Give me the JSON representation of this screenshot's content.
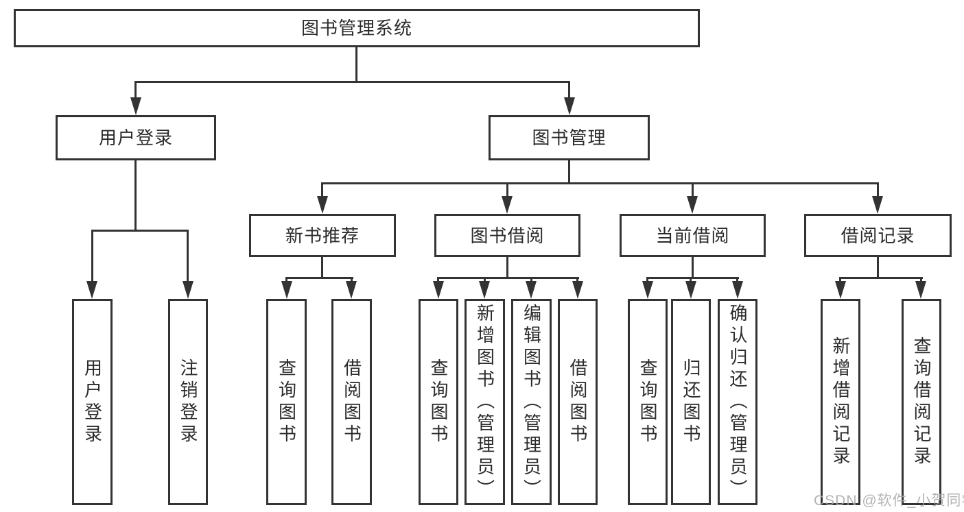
{
  "diagram": {
    "root": "图书管理系统",
    "branches": [
      {
        "label": "用户登录",
        "children": [
          "用户登录",
          "注销登录"
        ]
      },
      {
        "label": "图书管理",
        "groups": [
          {
            "label": "新书推荐",
            "children": [
              "查询图书",
              "借阅图书"
            ]
          },
          {
            "label": "图书借阅",
            "children": [
              "查询图书",
              "新增图书（管理员）",
              "编辑图书（管理员）",
              "借阅图书"
            ]
          },
          {
            "label": "当前借阅",
            "children": [
              "查询图书",
              "归还图书",
              "确认归还（管理员）"
            ]
          },
          {
            "label": "借阅记录",
            "children": [
              "新增借阅记录",
              "查询借阅记录"
            ]
          }
        ]
      }
    ]
  },
  "icons": {
    "arrowhead_down": "▼"
  },
  "watermark": {
    "text": "CSDN @软件_小贺同学"
  },
  "colors": {
    "line": "#333333",
    "text": "#2b2b2b",
    "background": "#ffffff",
    "watermark": "#a8a8a8"
  }
}
